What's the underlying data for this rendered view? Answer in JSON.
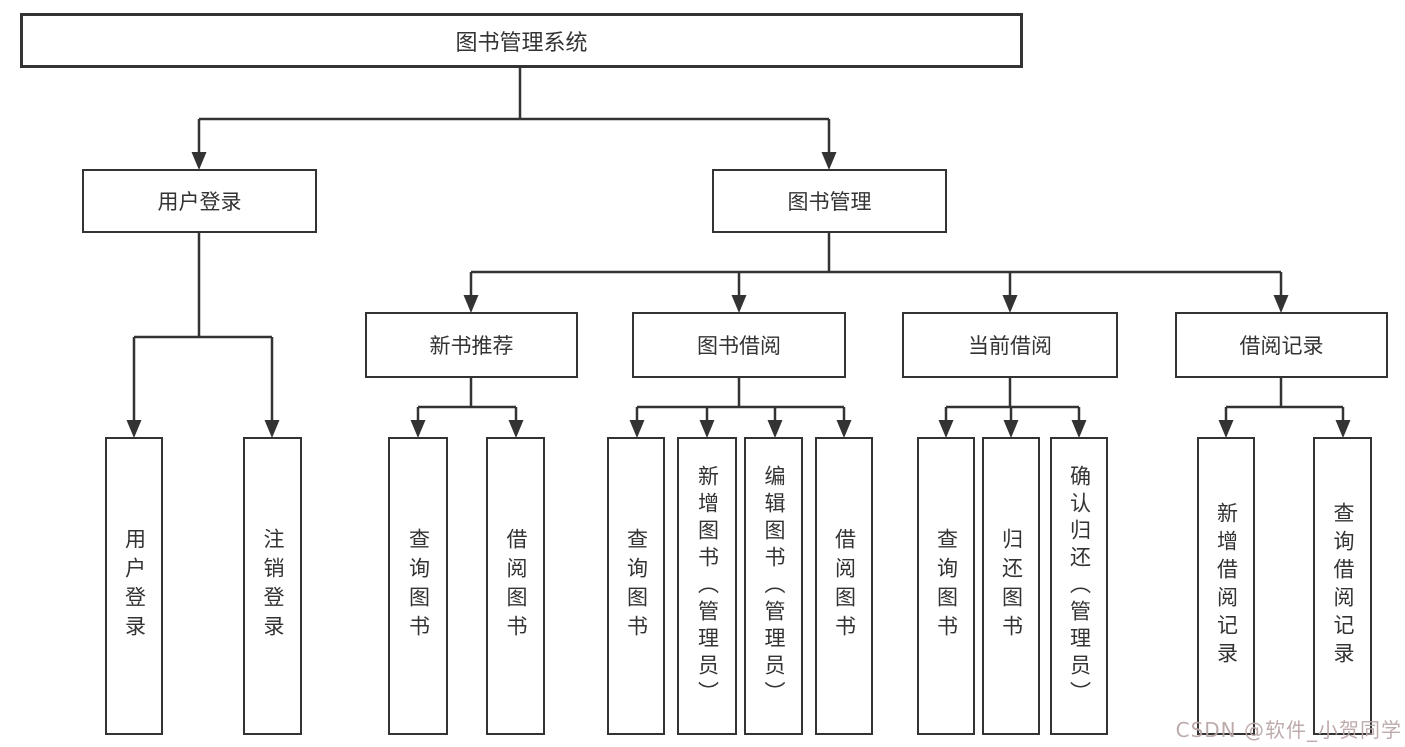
{
  "diagram_title": "图书管理系统",
  "nodes": {
    "root": "图书管理系统",
    "user_login": "用户登录",
    "book_mgmt": "图书管理",
    "new_book_rec": "新书推荐",
    "book_borrow": "图书借阅",
    "current_borrow": "当前借阅",
    "borrow_record": "借阅记录",
    "a1": "用户登录",
    "a2": "注销登录",
    "b1": "查询图书",
    "b2": "借阅图书",
    "c1": "查询图书",
    "c2": "新增图书（管理员）",
    "c3": "编辑图书（管理员）",
    "c4": "借阅图书",
    "d1": "查询图书",
    "d2": "归还图书",
    "d3": "确认归还（管理员）",
    "e1": "新增借阅记录",
    "e2": "查询借阅记录"
  },
  "hierarchy": {
    "图书管理系统": {
      "用户登录": [
        "用户登录",
        "注销登录"
      ],
      "图书管理": {
        "新书推荐": [
          "查询图书",
          "借阅图书"
        ],
        "图书借阅": [
          "查询图书",
          "新增图书（管理员）",
          "编辑图书（管理员）",
          "借阅图书"
        ],
        "当前借阅": [
          "查询图书",
          "归还图书",
          "确认归还（管理员）"
        ],
        "借阅记录": [
          "新增借阅记录",
          "查询借阅记录"
        ]
      }
    }
  },
  "watermark": {
    "text": "CSDN @软件_小贺同学",
    "color": "#baa6a6"
  },
  "colors": {
    "line": "#333333",
    "box_border": "#333333",
    "box_fill": "#ffffff",
    "text": "#333333",
    "background": "#ffffff"
  }
}
